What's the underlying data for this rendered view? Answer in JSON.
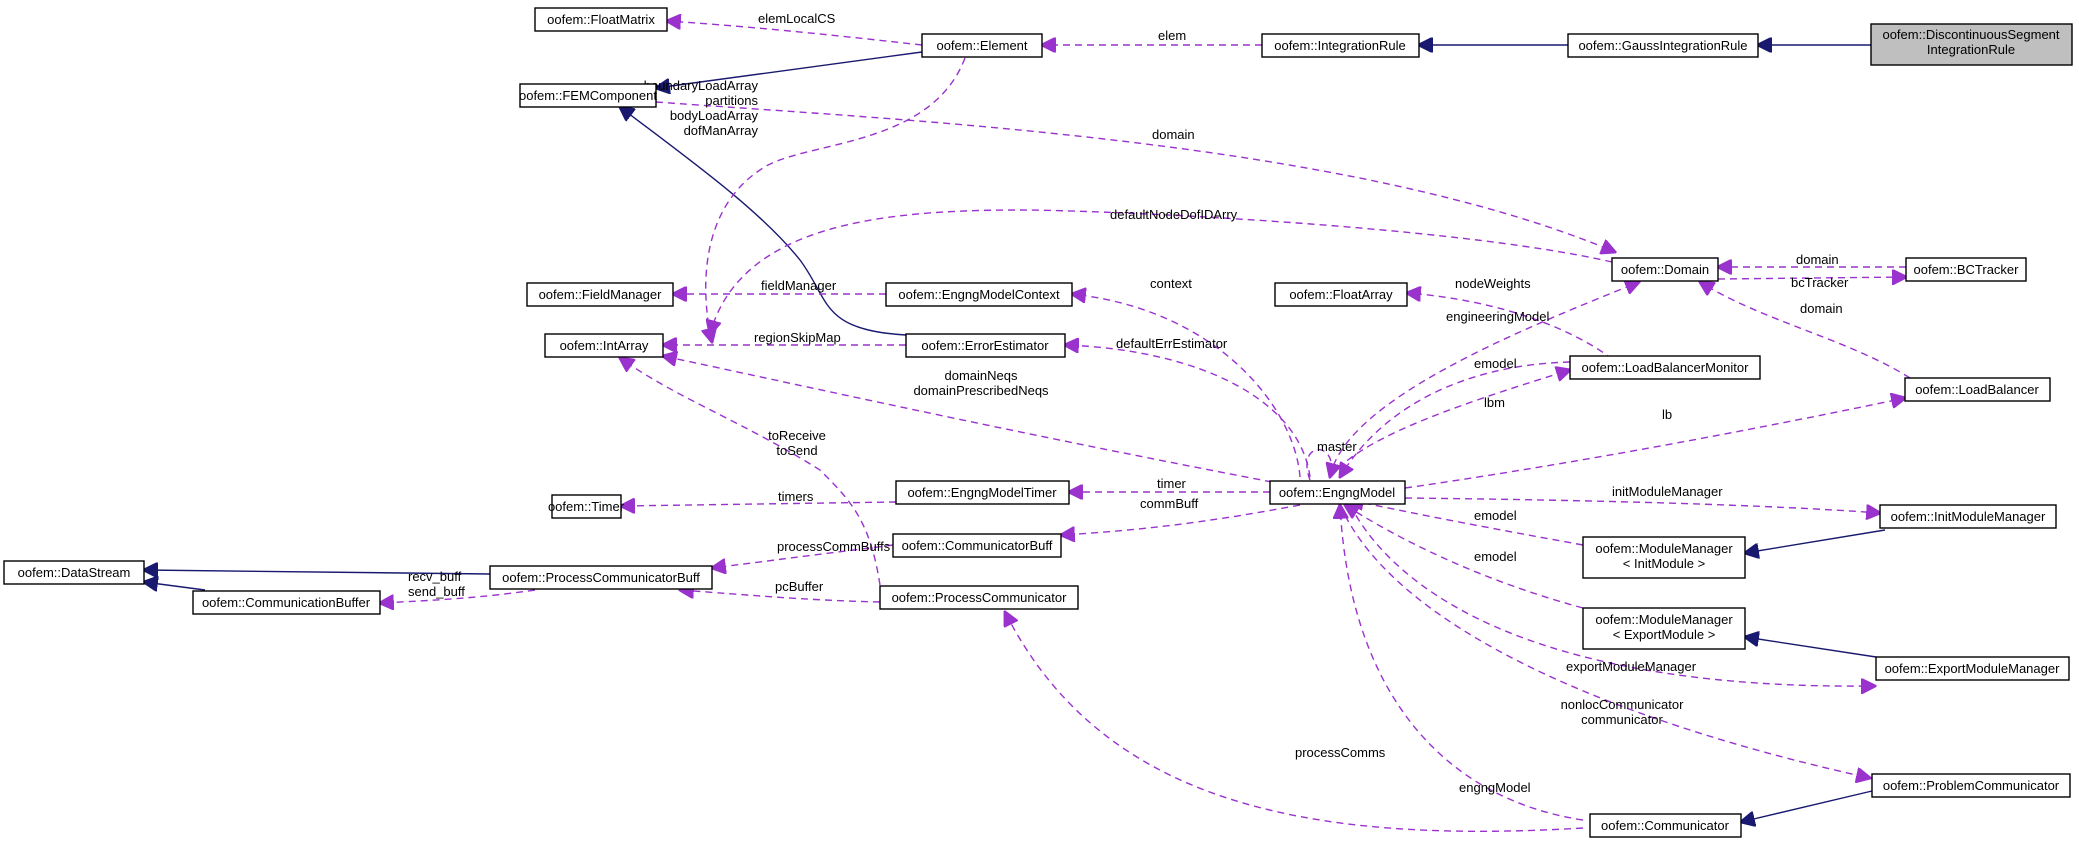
{
  "diagram": {
    "classes": {
      "discontinuous": [
        "oofem::DiscontinuousSegment",
        "IntegrationRule"
      ],
      "gauss": [
        "oofem::GaussIntegrationRule"
      ],
      "integration_rule": [
        "oofem::IntegrationRule"
      ],
      "element": [
        "oofem::Element"
      ],
      "float_matrix": [
        "oofem::FloatMatrix"
      ],
      "fem_component": [
        "oofem::FEMComponent"
      ],
      "field_manager": [
        "oofem::FieldManager"
      ],
      "engng_model_context": [
        "oofem::EngngModelContext"
      ],
      "int_array": [
        "oofem::IntArray"
      ],
      "error_estimator": [
        "oofem::ErrorEstimator"
      ],
      "domain": [
        "oofem::Domain"
      ],
      "bc_tracker": [
        "oofem::BCTracker"
      ],
      "float_array": [
        "oofem::FloatArray"
      ],
      "load_balancer_monitor": [
        "oofem::LoadBalancerMonitor"
      ],
      "load_balancer": [
        "oofem::LoadBalancer"
      ],
      "timer": [
        "oofem::Timer"
      ],
      "engng_model_timer": [
        "oofem::EngngModelTimer"
      ],
      "engng_model": [
        "oofem::EngngModel"
      ],
      "init_module_manager": [
        "oofem::InitModuleManager"
      ],
      "module_manager_init": [
        "oofem::ModuleManager",
        "< InitModule >"
      ],
      "module_manager_export": [
        "oofem::ModuleManager",
        "< ExportModule >"
      ],
      "export_module_manager": [
        "oofem::ExportModuleManager"
      ],
      "data_stream": [
        "oofem::DataStream"
      ],
      "process_communicator_buff": [
        "oofem::ProcessCommunicatorBuff"
      ],
      "communicator_buff": [
        "oofem::CommunicatorBuff"
      ],
      "communication_buffer": [
        "oofem::CommunicationBuffer"
      ],
      "process_communicator": [
        "oofem::ProcessCommunicator"
      ],
      "problem_communicator": [
        "oofem::ProblemCommunicator"
      ],
      "communicator": [
        "oofem::Communicator"
      ]
    },
    "edge_labels": {
      "elem_local_cs": "elemLocalCS",
      "elem": "elem",
      "element_intarray": [
        "boundaryLoadArray",
        "partitions",
        "bodyLoadArray",
        "dofManArray"
      ],
      "domain": "domain",
      "default_node_dof_id_arry": "defaultNodeDofIDArry",
      "field_manager": "fieldManager",
      "context": "context",
      "region_skip_map": "regionSkipMap",
      "default_err_estimator": "defaultErrEstimator",
      "domain_neqs": [
        "domainNeqs",
        "domainPrescribedNeqs"
      ],
      "to_receive": [
        "toReceive",
        "toSend"
      ],
      "node_weights": "nodeWeights",
      "engineering_model": "engineeringModel",
      "domain_bc": "domain",
      "bc_tracker": "bcTracker",
      "domain_lb": "domain",
      "emodel_lbm": "emodel",
      "lbm": "lbm",
      "lb": "lb",
      "master": "master",
      "timer": "timer",
      "timers": "timers",
      "comm_buff": "commBuff",
      "process_comm_buffs": "processCommBuffs",
      "recv_buff": [
        "recv_buff",
        "send_buff"
      ],
      "pc_buffer": "pcBuffer",
      "init_module_manager": "initModuleManager",
      "emodel_init": "emodel",
      "emodel_export": "emodel",
      "export_module_manager": "exportModuleManager",
      "nonloc_communicator": [
        "nonlocCommunicator",
        "communicator"
      ],
      "process_comms": "processComms",
      "engng_model": "engngModel"
    }
  }
}
